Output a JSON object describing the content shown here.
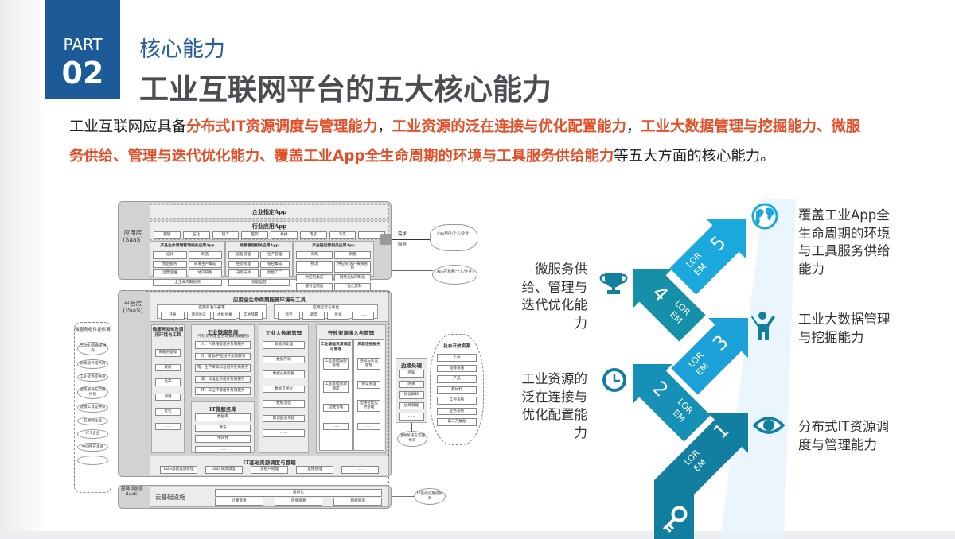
{
  "header": {
    "part_label": "PART",
    "part_number": "02",
    "subtitle": "核心能力",
    "title": "工业互联网平台的五大核心能力"
  },
  "paragraph": [
    {
      "text": "工业互联网应具备",
      "highlight": false
    },
    {
      "text": "分布式IT资源调度与管理能力",
      "highlight": true
    },
    {
      "text": "，",
      "highlight": false
    },
    {
      "text": "工业资源的泛在连接与优化配置能力",
      "highlight": true
    },
    {
      "text": "，",
      "highlight": false
    },
    {
      "text": "工业大数据管理与挖掘能力、微服务供给、管理与迭代优化能力、覆盖工业App全生命周期的环境与工具服务供给能力",
      "highlight": true
    },
    {
      "text": "等五大方面的核心能力。",
      "highlight": false
    }
  ],
  "colors": {
    "part_bg": "#1c5a98",
    "subtitle": "#2b6096",
    "title": "#4a4d52",
    "highlight": "#e2502a",
    "arrow_1": "#137fa0",
    "arrow_2": "#1790b8",
    "arrow_3": "#1ba0d8",
    "arrow_4": "#1690a8",
    "arrow_5": "#1ba8dc",
    "icon": "#137f9e"
  },
  "diagram": {
    "saas_label": "应用层(SaaS)",
    "enterprise_app": "企业指定App",
    "industry_app": "行业应用App",
    "industries": [
      "钢铁",
      "石化",
      "轻工",
      "医药",
      "机械",
      "电子",
      "汽车",
      "……"
    ],
    "plm": {
      "title": "产品生命周期管理相关应用App",
      "items": [
        "设计",
        "制造",
        "售后服务",
        "研发生产集成",
        "运营运维",
        "协同研发",
        "全生命周期追溯"
      ]
    },
    "ops": {
      "title": "经营管控相关应用App",
      "items": [
        "设备管理",
        "生产管理",
        "经营管理",
        "管控集成",
        "决策支持",
        "智能工厂",
        "智能运营"
      ]
    },
    "chain": {
      "title": "产业链运营相关应用App",
      "items": [
        "采购",
        "销售",
        "物流",
        "供应商/客户关系管理",
        "供应链集成",
        "网络化协同制造",
        "服务型制造",
        "个性化定制"
      ]
    },
    "demand": "需求",
    "service": "服务",
    "app_user": "App用户(个人/企业)",
    "app_dev": "App开发者(个人/企业)",
    "paas_label": "平台层(PaaS)",
    "lifecycle": {
      "title": "应用全生命周期服务环境与工具",
      "dev": {
        "title": "应用开发与部署",
        "items": [
          "开发",
          "测试验证",
          "虚拟仿真",
          "实地部署"
        ]
      },
      "run": {
        "title": "应用运行与优化",
        "items": [
          "运行",
          "调度",
          "优化",
          "……"
        ]
      }
    },
    "ms_env": {
      "title": "微服务发布及调用环境与工具",
      "items": [
        "微服务框架",
        "建模",
        "发布",
        "调用",
        "优化",
        "……"
      ]
    },
    "ind_ms": {
      "title": "工业微服务库",
      "note": "(不针对特定业务场景的微服务)",
      "items": [
        "人：人员技能组件及微服务",
        "机：设备/产品组件及微服务",
        "物：生产资源标准组件及微服务",
        "法：标准业务组件及微服务",
        "环：工业环境组件及微服务"
      ]
    },
    "it_ms": {
      "title": "IT微服务库",
      "items": [
        "数据库",
        "算法",
        "中间件",
        "……"
      ]
    },
    "bigdata": {
      "title": "工业大数据管理",
      "items": [
        "数据预处理",
        "数据存储",
        "数据分析挖掘",
        "数据可视化",
        "数据治理",
        "知识图谱构建",
        "……"
      ]
    },
    "open_res": {
      "title": "开放资源接入与管理",
      "basic": {
        "title": "工业基础资源调度与管理",
        "items": [
          "工业基础设施管理",
          "工业基础资源调度",
          "运维管理",
          "……"
        ]
      },
      "conn": {
        "title": "资源连接服务",
        "items": [
          "感知与认证管理",
          "协议管理",
          "边缘智能应用管理",
          "……"
        ]
      }
    },
    "it_infra": {
      "title": "IT基础资源调度与管理",
      "items": [
        "IaaS基础设施管理",
        "IaaS资源调度",
        "多租户管理",
        "运维管理",
        "……"
      ]
    },
    "iaas_label": "基础设施层(IaaS)",
    "cloud": "云基础设施",
    "virtualization": "虚拟化",
    "resources": [
      "计算资源",
      "存储资源",
      "网络资源"
    ],
    "it_provider": "IT基础设施提供商",
    "ms_providers": {
      "title": "微服务组件提供商",
      "items": [
        "自动化/装备提供商",
        "仿真软件提供商",
        "工业软件提供商",
        "业务解决方案提供商",
        "建模工具提供商",
        "互联网企业",
        "ICT企业",
        "中间件开发商",
        "……"
      ]
    },
    "edge": {
      "title": "边缘处理",
      "items": [
        "感知",
        "网关",
        "协议解析",
        "边缘智能",
        "……"
      ],
      "provider": "边缘解决方案提供商"
    },
    "social": {
      "title": "社会开放资源",
      "items": [
        "人员",
        "设备设施",
        "产品",
        "原材料",
        "工控系统",
        "业务系统",
        "第三方数据"
      ]
    }
  },
  "steps": [
    {
      "number": "1",
      "placeholder": "LOR EM",
      "caption": "分布式IT资源调度与管理能力",
      "icon": "eye-icon"
    },
    {
      "number": "2",
      "placeholder": "LOR EM",
      "caption": "工业资源的泛在连接与优化配置能力",
      "icon": "clock-icon"
    },
    {
      "number": "3",
      "placeholder": "LOR EM",
      "caption": "工业大数据管理与挖掘能力",
      "icon": "person-icon"
    },
    {
      "number": "4",
      "placeholder": "LOR EM",
      "caption": "微服务供给、管理与迭代优化能力",
      "icon": "trophy-icon"
    },
    {
      "number": "5",
      "placeholder": "LOR EM",
      "caption": "覆盖工业App全生命周期的环境与工具服务供给能力",
      "icon": "globe-icon"
    }
  ],
  "base_icon": "key-icon"
}
